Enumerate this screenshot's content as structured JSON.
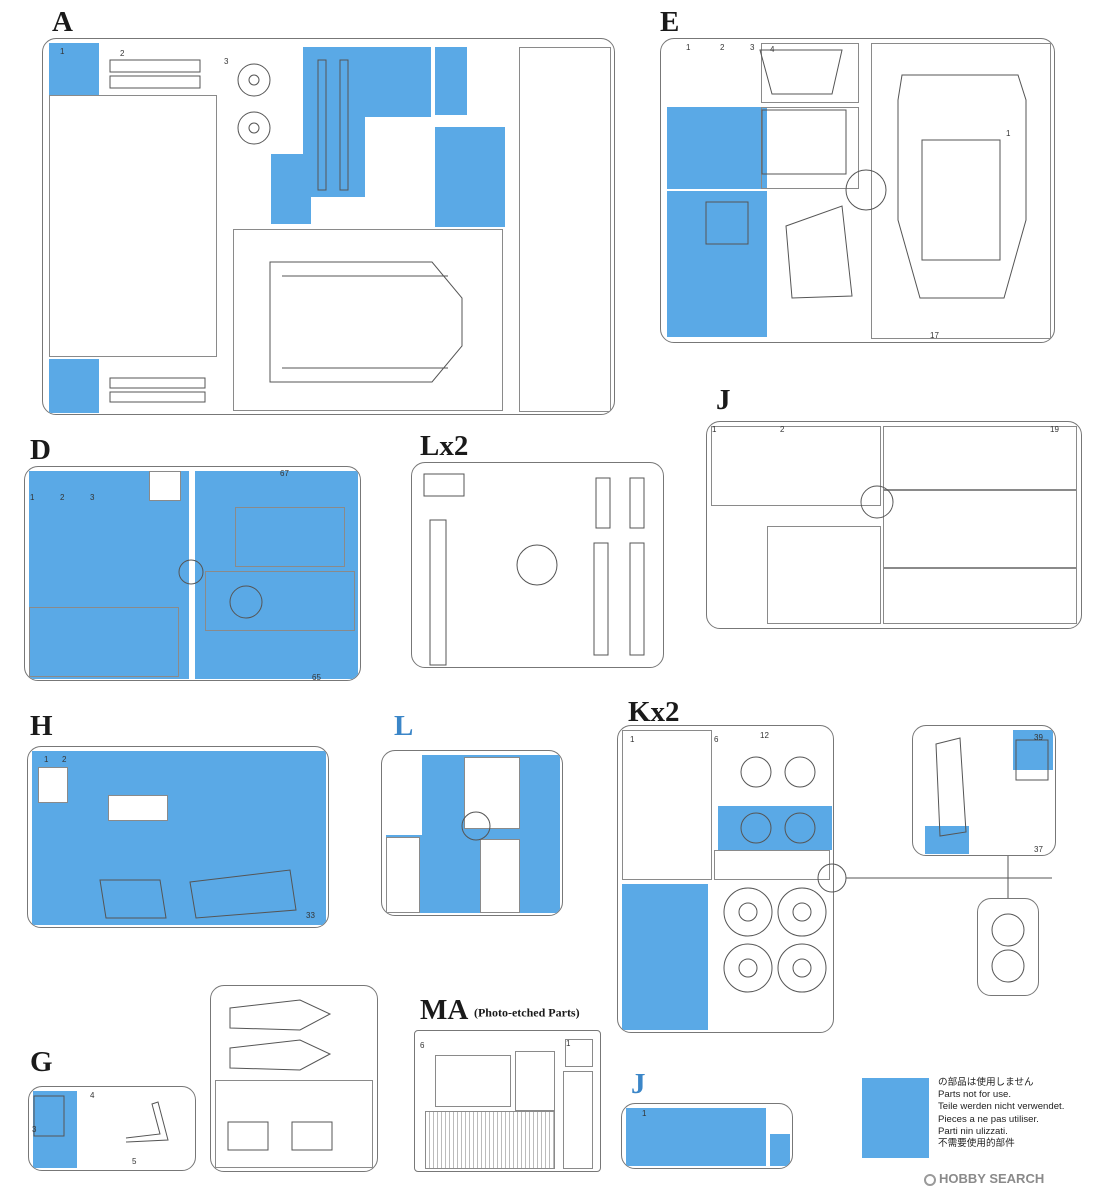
{
  "sprues": {
    "A": "A",
    "E": "E",
    "J": "J",
    "D": "D",
    "Lx2": "Lx2",
    "H": "H",
    "L": "L",
    "Kx2": "Kx2",
    "G": "G",
    "MA": "MA",
    "MA_note": "(Photo-etched Parts)",
    "J2": "J"
  },
  "legend": {
    "lines": [
      "の部品は使用しません",
      "Parts not for use.",
      "Teile werden nicht verwendet.",
      "Pieces a ne pas utiliser.",
      "Parti nin ulizzati.",
      "不需要使用的部件"
    ],
    "color": "#5aa9e6"
  },
  "watermark": "HOBBY SEARCH"
}
